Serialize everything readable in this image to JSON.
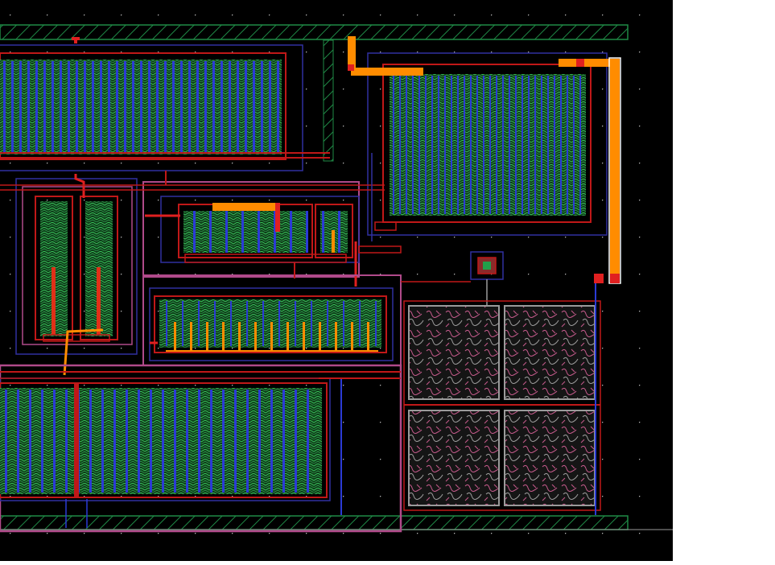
{
  "app": {
    "view": "layout-editor-canvas"
  },
  "canvas": {
    "background": "#000000",
    "grid_dot_color": "#b8b8b8",
    "hatch_border_color": "#1f8a46"
  },
  "layers": {
    "metal1": "#2b3bd6",
    "metal2": "#c01818",
    "metal3": "#ff8c00",
    "poly": "#d02020",
    "active": "#22a04a",
    "nwell": "#3030a0",
    "outline": "#b04a8a",
    "highlight": "#ffffff"
  },
  "cells": [
    {
      "id": "mos-array-top-left"
    },
    {
      "id": "mos-array-top-right"
    },
    {
      "id": "mos-pair-mid-left"
    },
    {
      "id": "mos-row-mid-center"
    },
    {
      "id": "mos-row-center"
    },
    {
      "id": "mos-array-bottom-left"
    },
    {
      "id": "mim-cap-top-left"
    },
    {
      "id": "mim-cap-top-right"
    },
    {
      "id": "mim-cap-bottom-left"
    },
    {
      "id": "mim-cap-bottom-right"
    },
    {
      "id": "via-center"
    }
  ]
}
